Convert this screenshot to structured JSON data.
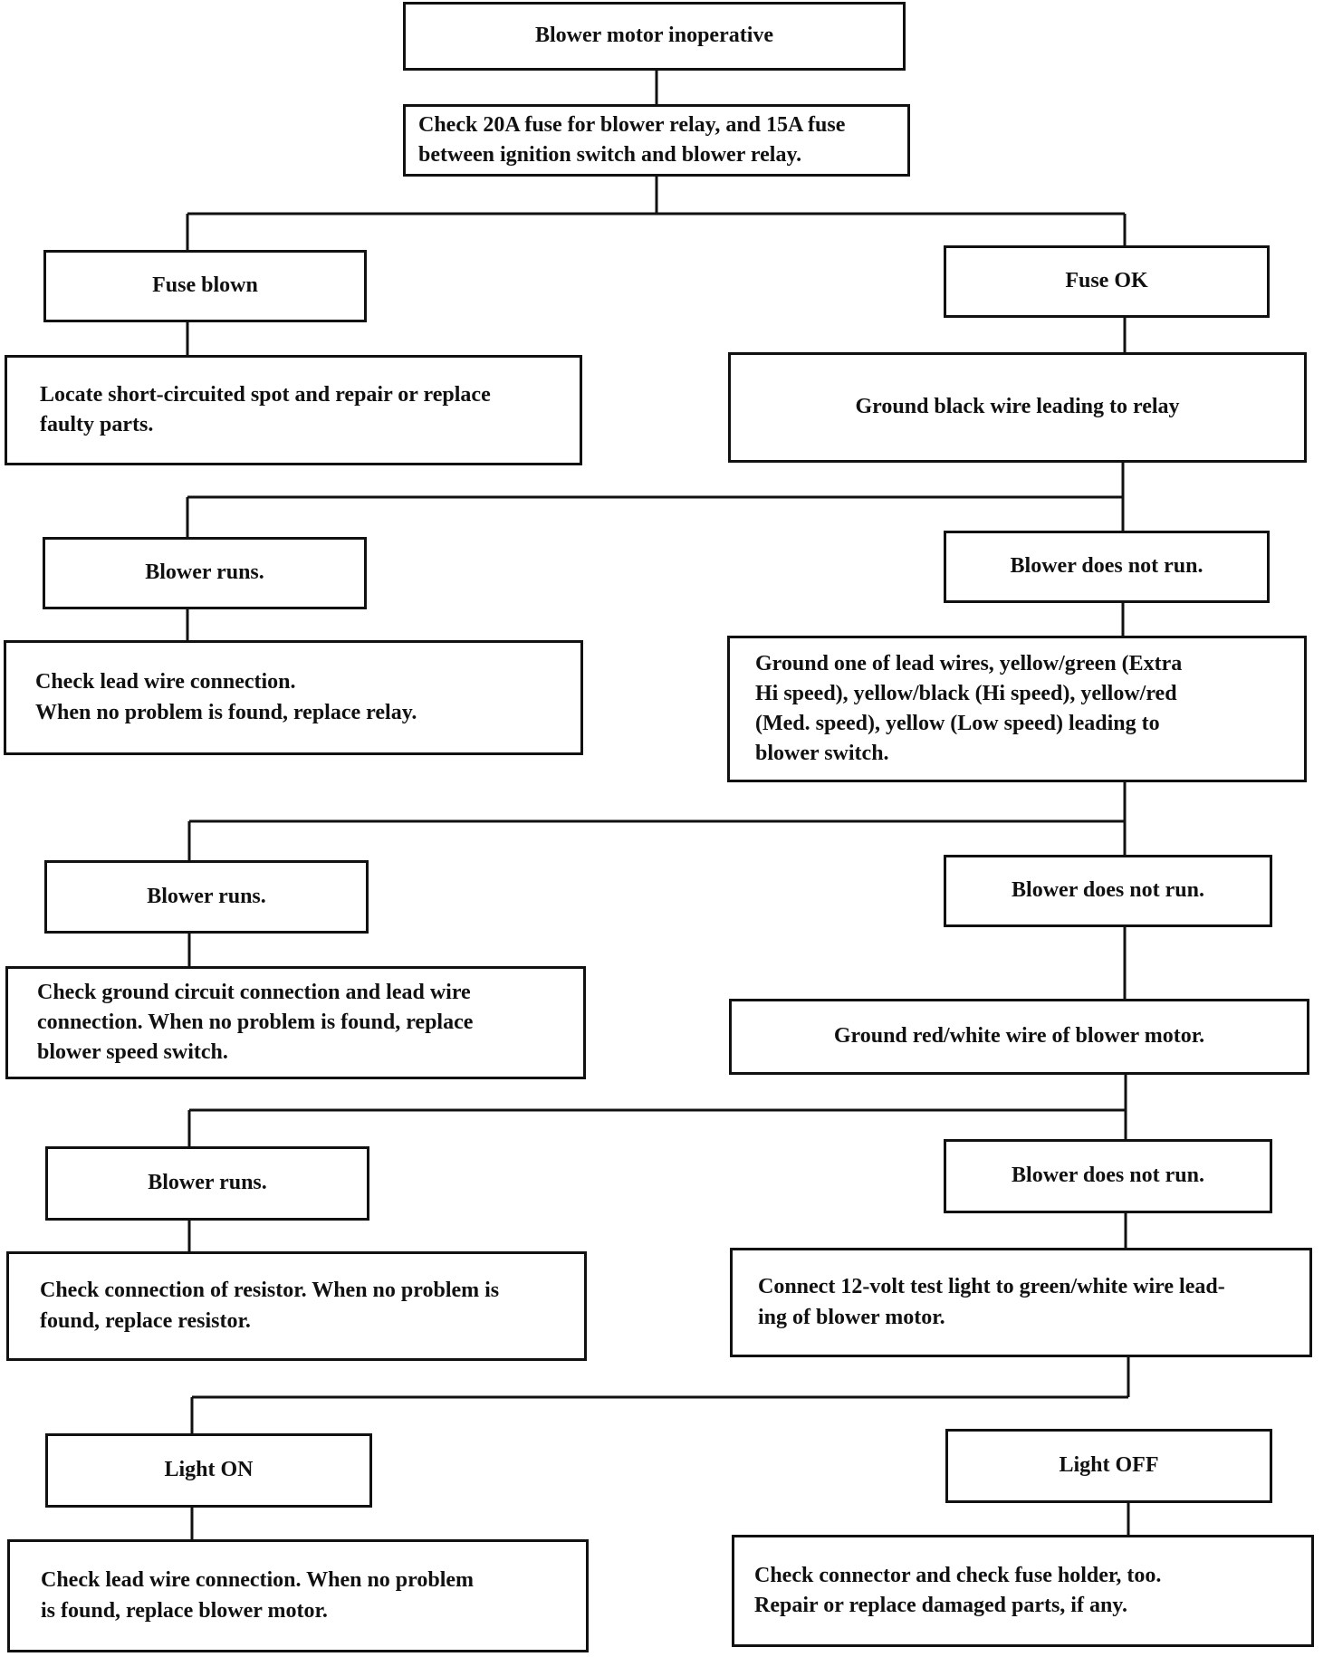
{
  "flowchart": {
    "start": "Blower motor inoperative",
    "check_fuses": "Check 20A fuse for blower relay, and 15A fuse\nbetween ignition switch and blower relay.",
    "fuse_blown": "Fuse blown",
    "fuse_blown_action": "Locate short-circuited spot and repair or replace\nfaulty parts.",
    "fuse_ok": "Fuse OK",
    "ground_black_wire": "Ground black wire leading to relay",
    "step1_runs": "Blower runs.",
    "step1_runs_action": "Check lead wire connection.\nWhen no problem is found, replace relay.",
    "step1_not_run": "Blower does not run.",
    "ground_lead_wires": "Ground one of lead wires, yellow/green (Extra\nHi speed), yellow/black (Hi speed), yellow/red\n(Med. speed), yellow (Low speed) leading to\nblower switch.",
    "step2_runs": "Blower runs.",
    "step2_runs_action": "Check ground circuit connection and lead wire\nconnection.  When no problem is found, replace\nblower speed  switch.",
    "step2_not_run": "Blower does not run.",
    "ground_red_white": "Ground red/white wire of blower motor.",
    "step3_runs": "Blower runs.",
    "step3_runs_action": "Check connection of resistor. When no problem is\nfound, replace resistor.",
    "step3_not_run": "Blower does not run.",
    "test_light": "Connect 12-volt test light to green/white wire lead-\ning of blower motor.",
    "light_on": "Light ON",
    "light_on_action": "Check lead wire connection. When no problem\nis found, replace blower motor.",
    "light_off": "Light OFF",
    "light_off_action": "Check connector and check fuse holder, too.\nRepair or replace damaged parts, if any."
  }
}
